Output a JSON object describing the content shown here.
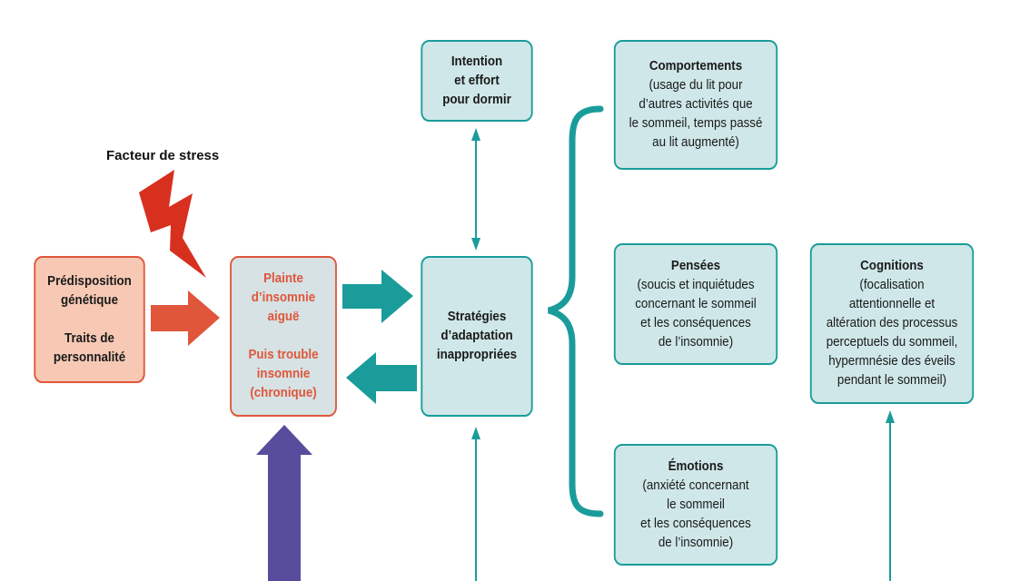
{
  "stressor": {
    "label": "Facteur de stress"
  },
  "predisposition": {
    "line1": "Prédisposition",
    "line2": "génétique",
    "line3": "Traits de",
    "line4": "personnalité"
  },
  "insomnia": {
    "line1": "Plainte",
    "line2": "d’insomnie",
    "line3": "aiguë",
    "line4": "Puis trouble",
    "line5": "insomnie",
    "line6": "(chronique)"
  },
  "intention": {
    "line1": "Intention",
    "line2": "et effort",
    "line3": "pour dormir"
  },
  "strategies": {
    "line1": "Stratégies",
    "line2": "d’adaptation",
    "line3": "inappropriées"
  },
  "behaviors": {
    "title": "Comportements",
    "line1": "(usage du lit pour",
    "line2": "d’autres activités que",
    "line3": "le sommeil, temps passé",
    "line4": "au lit augmenté)"
  },
  "thoughts": {
    "title": "Pensées",
    "line1": "(soucis et inquiétudes",
    "line2": "concernant le sommeil",
    "line3": "et les conséquences",
    "line4": "de l’insomnie)"
  },
  "emotions": {
    "title": "Émotions",
    "line1": "(anxiété concernant",
    "line2": "le sommeil",
    "line3": "et les conséquences",
    "line4": "de l’insomnie)"
  },
  "cognitions": {
    "title": "Cognitions",
    "line1": "(focalisation",
    "line2": "attentionnelle et",
    "line3": "altération des processus",
    "line4": "perceptuels du sommeil,",
    "line5": "hypermnésie des éveils",
    "line6": "pendant le sommeil)"
  },
  "colors": {
    "teal": "#1a9c9a",
    "box_fill": "#cfe7e8",
    "orange": "#e0563a",
    "red": "#d8301f",
    "purple": "#574d9c"
  }
}
